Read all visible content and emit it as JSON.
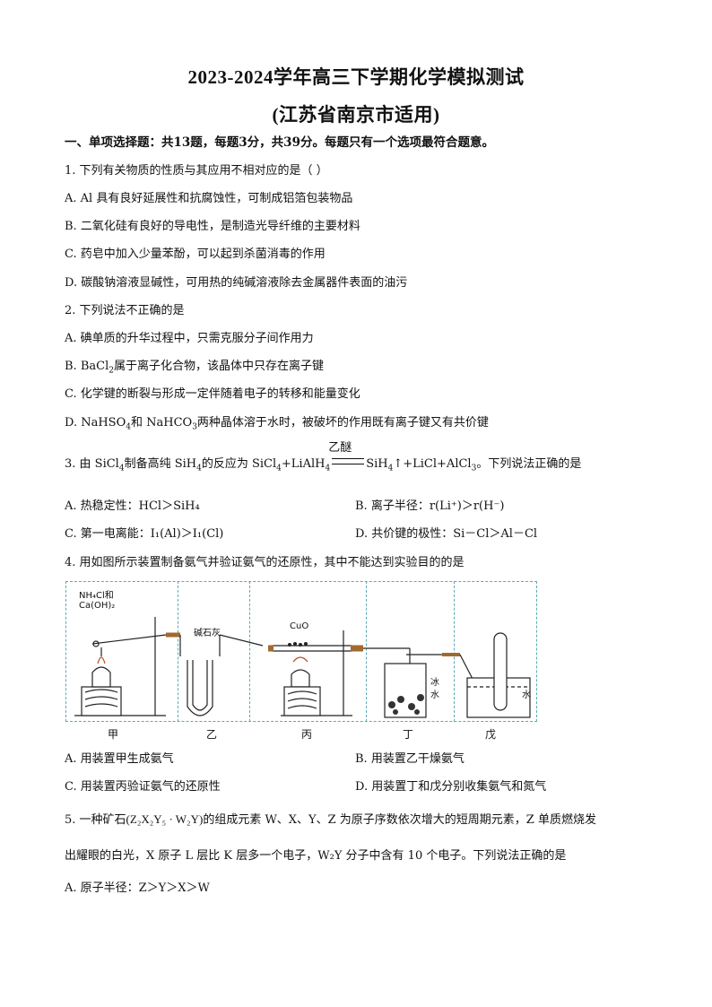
{
  "header": {
    "title": "2023-2024学年高三下学期化学模拟测试",
    "subtitle": "(江苏省南京市适用)"
  },
  "section1": "一、单项选择题：共13题，每题3分，共39分。每题只有一个选项最符合题意。",
  "q1": {
    "stem": "1. 下列有关物质的性质与其应用不相对应的是（  ）",
    "a": "A. Al 具有良好延展性和抗腐蚀性，可制成铝箔包装物品",
    "b": "B.  二氧化硅有良好的导电性，是制造光导纤维的主要材料",
    "c": "C.  药皂中加入少量苯酚，可以起到杀菌消毒的作用",
    "d": "D.  碳酸钠溶液显碱性，可用热的纯碱溶液除去金属器件表面的油污"
  },
  "q2": {
    "stem": "2.  下列说法不正确的是",
    "a": "A.  碘单质的升华过程中，只需克服分子间作用力",
    "b1": "B. BaCl",
    "b2": "属于离子化合物，该晶体中只存在离子键",
    "c": "C.  化学键的断裂与形成一定伴随着电子的转移和能量变化",
    "d1": "D. NaHSO",
    "d2": "和 NaHCO",
    "d3": "两种晶体溶于水时，被破坏的作用既有离子键又有共价键"
  },
  "q3": {
    "stem1": "3.  由 SiCl",
    "stem2": "制备高纯 SiH",
    "stem3": "的反应为 SiCl",
    "stem4": "+LiAlH",
    "arrow_label": "乙醚",
    "stem5": "SiH",
    "stem6": "↑+LiCl+AlCl",
    "stem7": "。下列说法正确的是",
    "a": "A.  热稳定性：HCl＞SiH₄",
    "b": "B.  离子半径：r(Li⁺)＞r(H⁻)",
    "c": "C.  第一电离能：I₁(Al)＞I₁(Cl)",
    "d": "D.  共价键的极性：Si－Cl＞Al－Cl"
  },
  "q4": {
    "stem": "4.  用如图所示装置制备氨气并验证氨气的还原性，其中不能达到实验目的的是",
    "labels": {
      "nh4cl": "NH₄Cl和",
      "caoh2": "Ca(OH)₂",
      "soda_lime": "碱石灰",
      "cuo": "CuO",
      "ice_water_1": "冰",
      "ice_water_2": "水",
      "water": "水"
    },
    "captions": [
      "甲",
      "乙",
      "丙",
      "丁",
      "戊"
    ],
    "a": "A.  用装置甲生成氨气",
    "b": "B.  用装置乙干燥氨气",
    "c": "C.  用装置丙验证氨气的还原性",
    "d": "D.  用装置丁和戊分别收集氨气和氮气"
  },
  "q5": {
    "stem1": "5.  一种矿石",
    "formula": "(Z₂X₂Y₅ · W₂Y)",
    "stem2": "的组成元素 W、X、Y、Z 为原子序数依次增大的短周期元素，Z 单质燃烧发",
    "stem3": "出耀眼的白光，X 原子 L 层比 K 层多一个电子，W₂Y 分子中含有 10 个电子。下列说法正确的是",
    "a": "A.  原子半径：Z＞Y＞X＞W"
  },
  "sub": {
    "two": "2",
    "three": "3",
    "four": "4"
  }
}
